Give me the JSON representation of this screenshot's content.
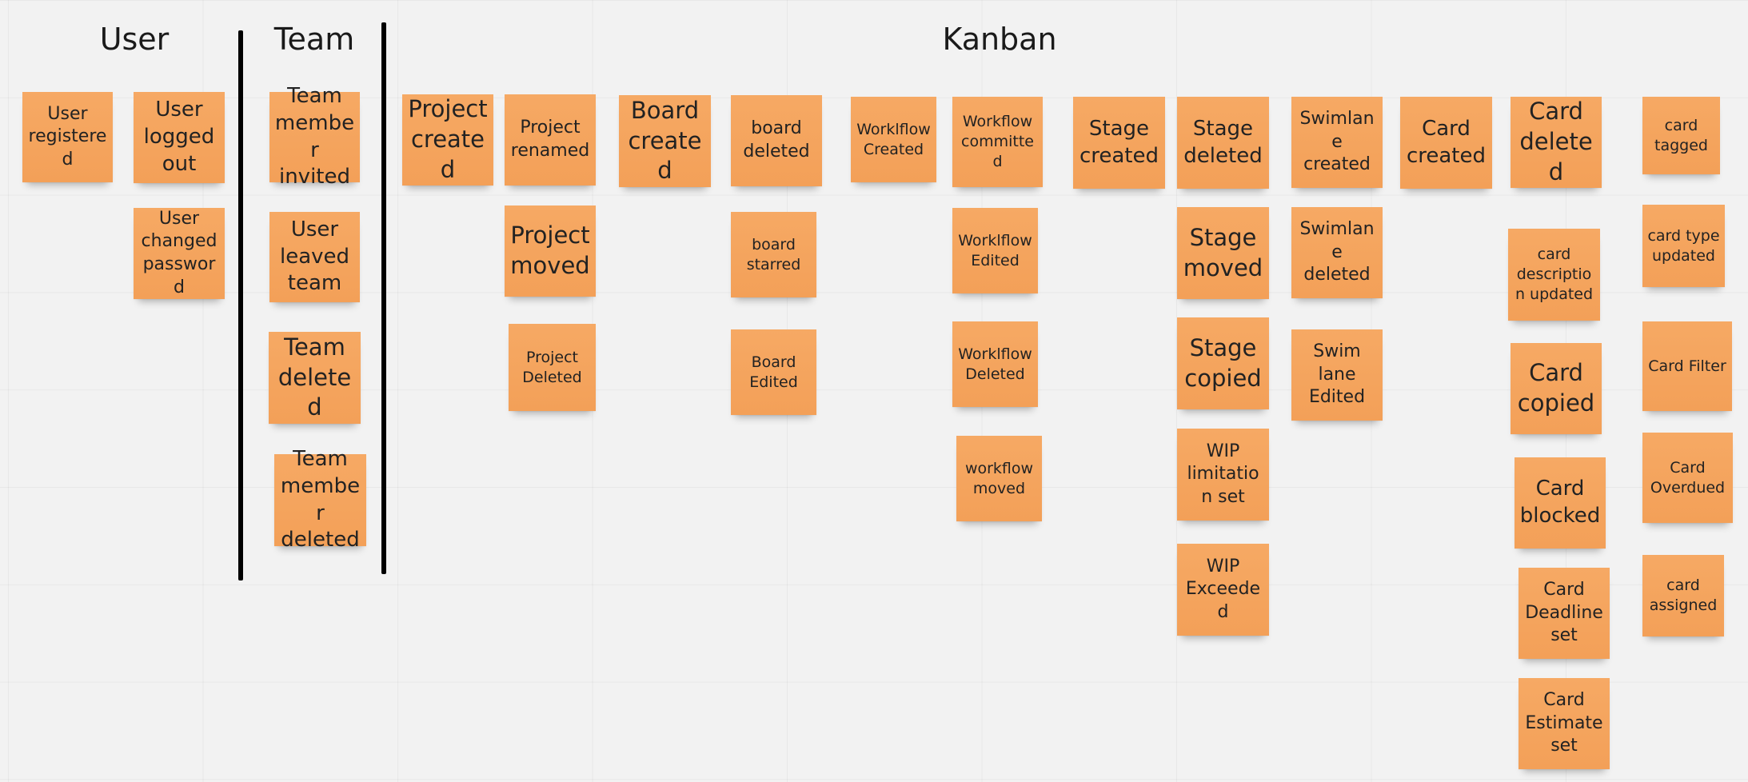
{
  "board": {
    "headings": {
      "user": "User",
      "team": "Team",
      "kanban": "Kanban"
    }
  },
  "stickies": {
    "user_registered": "User registered",
    "user_logged_out": "User logged out",
    "user_changed_password": "User changed password",
    "team_member_invited": "Team member invited",
    "user_leaved_team": "User leaved team",
    "team_deleted": "Team deleted",
    "team_member_deleted": "Team member deleted",
    "project_created": "Project created",
    "project_renamed": "Project renamed",
    "project_moved": "Project moved",
    "project_deleted": "Project Deleted",
    "board_created": "Board created",
    "board_deleted": "board deleted",
    "board_starred": "board starred",
    "board_edited": "Board Edited",
    "worklflow_created": "Worklflow Created",
    "workflow_committed": "Workflow committed",
    "worklflow_edited": "Worklflow Edited",
    "worklflow_deleted": "Worklflow Deleted",
    "workflow_moved": "workflow moved",
    "stage_created": "Stage created",
    "stage_deleted": "Stage deleted",
    "stage_moved": "Stage moved",
    "stage_copied": "Stage copied",
    "wip_limitation_set": "WIP limitation set",
    "wip_exceeded": "WIP Exceeded",
    "swimlane_created": "Swimlane created",
    "swimlane_deleted": "Swimlane deleted",
    "swim_lane_edited": "Swim lane Edited",
    "card_created": "Card created",
    "card_deleted": "Card deleted",
    "card_description_updated": "card description updated",
    "card_copied": "Card copied",
    "card_blocked": "Card blocked",
    "card_deadline_set": "Card Deadline set",
    "card_estimate_set": "Card Estimate set",
    "card_tagged": "card tagged",
    "card_type_updated": "card type updated",
    "card_filter": "Card Filter",
    "card_overdued": "Card Overdued",
    "card_assigned": "card assigned"
  },
  "colors": {
    "sticky": "#f4a259",
    "divider": "#000000",
    "background": "#f2f2f2"
  }
}
